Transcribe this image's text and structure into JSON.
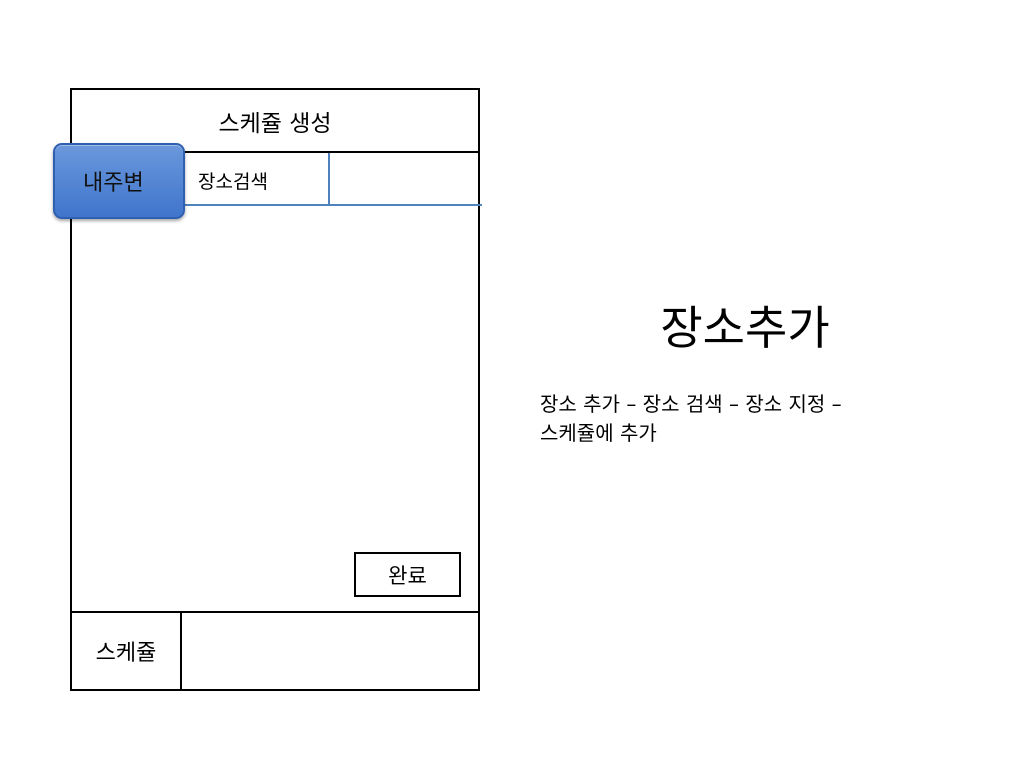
{
  "mockup": {
    "header_title": "스케쥴 생성",
    "nearby_button": "내주변",
    "search_label": "장소검색",
    "search_value": "",
    "done_button": "완료",
    "schedule_tab": "스케쥴"
  },
  "slide": {
    "title": "장소추가",
    "description_line1": "장소 추가 – 장소 검색 – 장소 지정 –",
    "description_line2": "스케쥴에 추가"
  },
  "colors": {
    "accent": "#4f81bd",
    "button_blue": "#4a7fd1"
  }
}
